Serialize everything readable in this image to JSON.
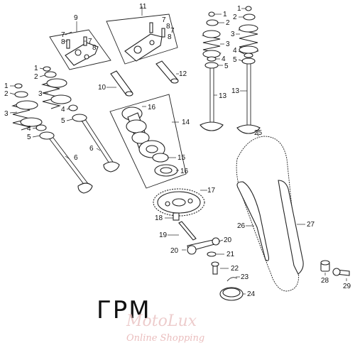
{
  "diagram": {
    "title": "ГРМ",
    "watermark": {
      "brand": "MotoLux",
      "tagline": "Online Shopping"
    },
    "callouts": [
      "1",
      "2",
      "3",
      "4",
      "5",
      "6",
      "7",
      "8",
      "9",
      "10",
      "11",
      "12",
      "13",
      "14",
      "15",
      "16",
      "17",
      "18",
      "19",
      "20",
      "21",
      "22",
      "23",
      "24",
      "25",
      "26",
      "27",
      "28",
      "29"
    ],
    "colors": {
      "ink": "#222222",
      "watermark": "#e7b3b3"
    }
  }
}
